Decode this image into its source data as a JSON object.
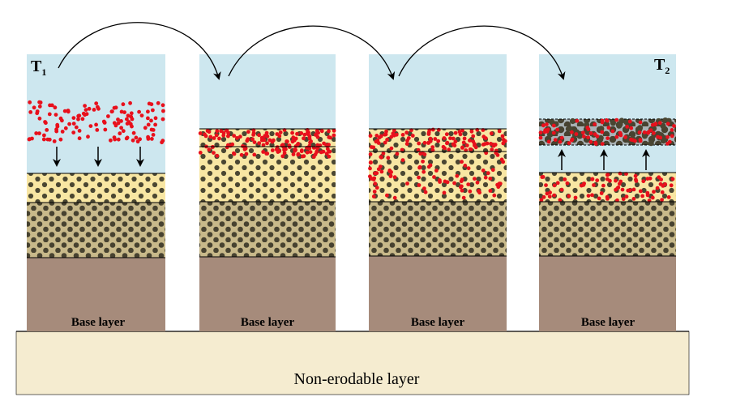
{
  "labels": {
    "t1_main": "T",
    "t1_sub": "1",
    "t2_main": "T",
    "t2_sub": "2",
    "base_layer": "Base layer",
    "non_erodable": "Non-erodable layer"
  },
  "colors": {
    "water": "#cde7ef",
    "light_sediment": "#f8e6a3",
    "dark_sediment": "#c8b98a",
    "base": "#a68b7b",
    "non_erodable": "#f5ecd0",
    "grain": "#4a4632",
    "particle": "#e8101c",
    "line": "#000000"
  },
  "icons": [
    "down-arrow-icon",
    "up-arrow-icon",
    "curved-arrow-icon"
  ]
}
